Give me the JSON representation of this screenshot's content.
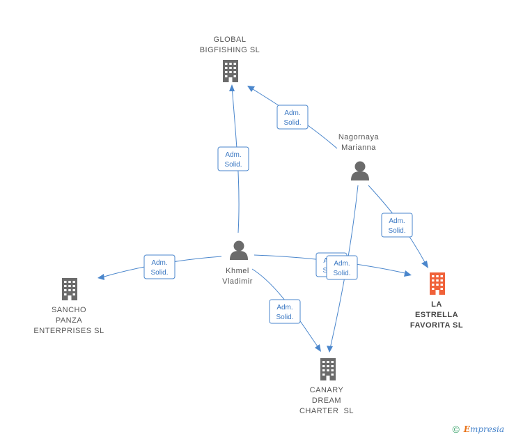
{
  "nodes": {
    "global": {
      "lines": [
        "GLOBAL",
        "BIGFISHING SL"
      ],
      "kind": "company"
    },
    "nagornaya": {
      "lines": [
        "Nagornaya",
        "Marianna"
      ],
      "kind": "person"
    },
    "khmel": {
      "lines": [
        "Khmel",
        "Vladimir"
      ],
      "kind": "person"
    },
    "sancho": {
      "lines": [
        "SANCHO",
        "PANZA",
        "ENTERPRISES SL"
      ],
      "kind": "company"
    },
    "estrella": {
      "lines": [
        "LA",
        "ESTRELLA",
        "FAVORITA SL"
      ],
      "kind": "company-focus"
    },
    "canary": {
      "lines": [
        "CANARY",
        "DREAM",
        "CHARTER  SL"
      ],
      "kind": "company"
    }
  },
  "relation": {
    "line1": "Adm.",
    "line2": "Solid."
  },
  "colors": {
    "edge": "#4a86cc",
    "company": "#6b6b6b",
    "focus": "#f0623a",
    "person": "#6b6b6b"
  },
  "footer": {
    "copyright": "©",
    "brand_first": "E",
    "brand_rest": "mpresia"
  }
}
